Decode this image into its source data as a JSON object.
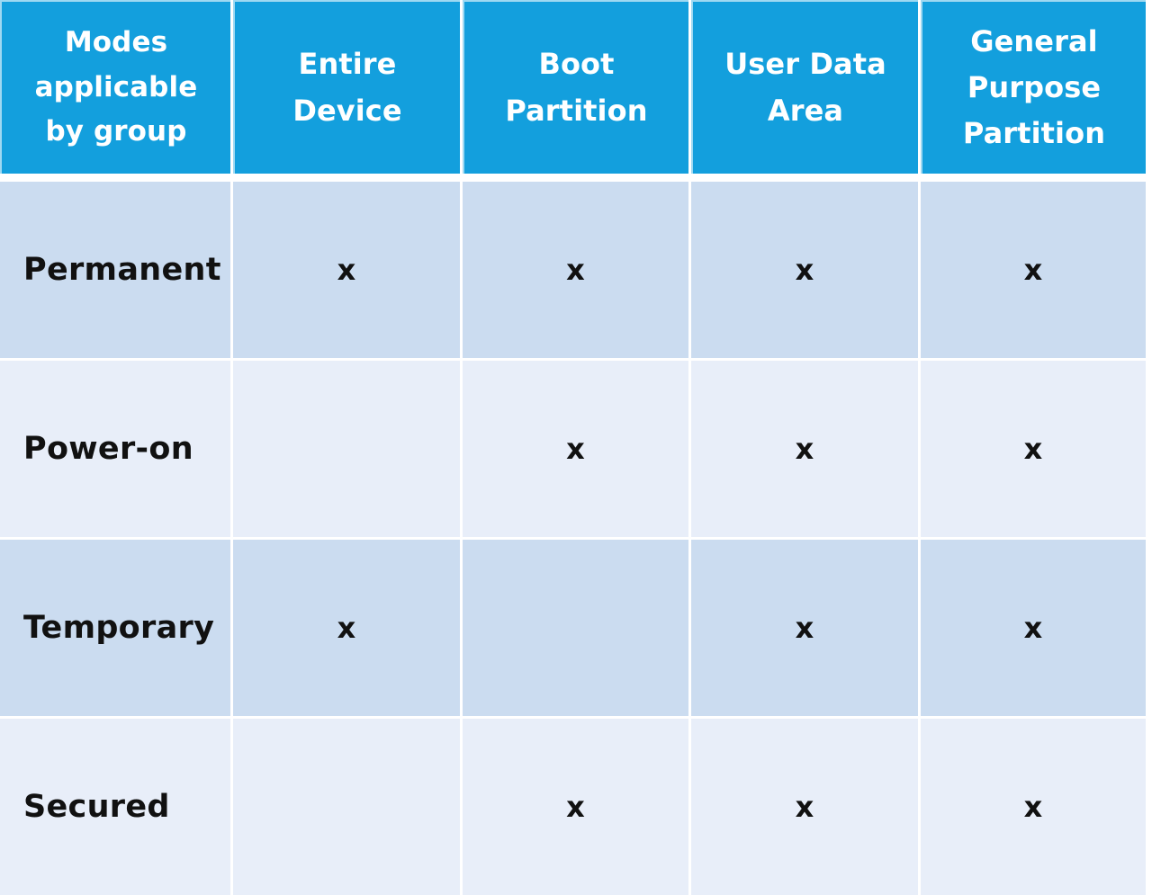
{
  "table": {
    "columns": [
      {
        "id": "row-label-head",
        "label": "Modes\napplicable\nby group"
      },
      {
        "id": "entire-device",
        "label": "Entire\nDevice"
      },
      {
        "id": "boot-partition",
        "label": "Boot\nPartition"
      },
      {
        "id": "user-data-area",
        "label": "User Data\nArea"
      },
      {
        "id": "general-purpose-partition",
        "label": "General\nPurpose\nPartition"
      }
    ],
    "mark_symbol": "x",
    "rows": [
      {
        "label": "Permanent",
        "shade": "dark",
        "cells": [
          "x",
          "x",
          "x",
          "x"
        ]
      },
      {
        "label": "Power-on",
        "shade": "light",
        "cells": [
          "",
          "x",
          "x",
          "x"
        ]
      },
      {
        "label": "Temporary",
        "shade": "dark",
        "cells": [
          "x",
          "",
          "x",
          "x"
        ]
      },
      {
        "label": "Secured",
        "shade": "light",
        "cells": [
          "",
          "x",
          "x",
          "x"
        ]
      }
    ]
  },
  "colors": {
    "header_background": "#139fdd",
    "header_border": "#9ed9f2",
    "header_text": "#ffffff",
    "row_shade_dark": "#cbdcf0",
    "row_shade_light": "#e8eef9",
    "body_text": "#111111",
    "page_background": "#ffffff"
  }
}
